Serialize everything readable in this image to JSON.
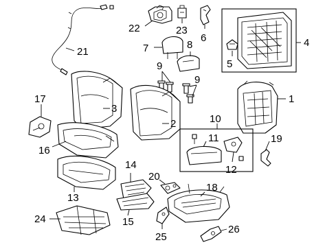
{
  "diagram": {
    "callouts": {
      "c1": "1",
      "c2": "2",
      "c3": "3",
      "c4": "4",
      "c5": "5",
      "c6": "6",
      "c7": "7",
      "c8": "8",
      "c9a": "9",
      "c9b": "9",
      "c10": "10",
      "c11": "11",
      "c12": "12",
      "c13": "13",
      "c14": "14",
      "c15": "15",
      "c16": "16",
      "c17": "17",
      "c18": "18",
      "c19": "19",
      "c20": "20",
      "c21": "21",
      "c22": "22",
      "c23": "23",
      "c24": "24",
      "c25": "25",
      "c26": "26"
    }
  }
}
